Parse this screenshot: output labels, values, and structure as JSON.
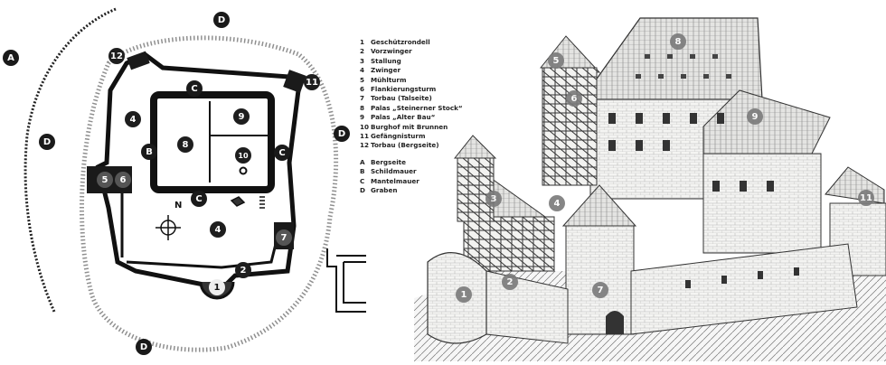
{
  "plan": {
    "zone_labels": [
      {
        "id": "A1",
        "text": "A"
      },
      {
        "id": "D1",
        "text": "D"
      },
      {
        "id": "D2",
        "text": "D"
      },
      {
        "id": "D3",
        "text": "D"
      },
      {
        "id": "D4",
        "text": "D"
      },
      {
        "id": "C1",
        "text": "C"
      },
      {
        "id": "C2",
        "text": "C"
      },
      {
        "id": "C3",
        "text": "C"
      },
      {
        "id": "B1",
        "text": "B"
      }
    ],
    "markers": [
      "12",
      "11",
      "4",
      "8",
      "9",
      "10",
      "5",
      "6",
      "4",
      "7",
      "2",
      "1"
    ],
    "compass_letter": "N"
  },
  "legend": {
    "items": [
      {
        "key": "1",
        "label": "Geschützrondell"
      },
      {
        "key": "2",
        "label": "Vorzwinger"
      },
      {
        "key": "3",
        "label": "Stallung"
      },
      {
        "key": "4",
        "label": "Zwinger"
      },
      {
        "key": "5",
        "label": "Mühlturm"
      },
      {
        "key": "6",
        "label": "Flankierungsturm"
      },
      {
        "key": "7",
        "label": "Torbau (Talseite)"
      },
      {
        "key": "8",
        "label": "Palas „Steinerner Stock“"
      },
      {
        "key": "9",
        "label": "Palas „Alter Bau“"
      },
      {
        "key": "10",
        "label": "Burghof mit Brunnen"
      },
      {
        "key": "11",
        "label": "Gefängnisturm"
      },
      {
        "key": "12",
        "label": "Torbau (Bergseite)"
      }
    ],
    "zones": [
      {
        "key": "A",
        "label": "Bergseite"
      },
      {
        "key": "B",
        "label": "Schildmauer"
      },
      {
        "key": "C",
        "label": "Mantelmauer"
      },
      {
        "key": "D",
        "label": "Graben"
      }
    ]
  },
  "illustration": {
    "markers": [
      "8",
      "5",
      "6",
      "9",
      "3",
      "4",
      "11",
      "1",
      "2",
      "7"
    ]
  }
}
